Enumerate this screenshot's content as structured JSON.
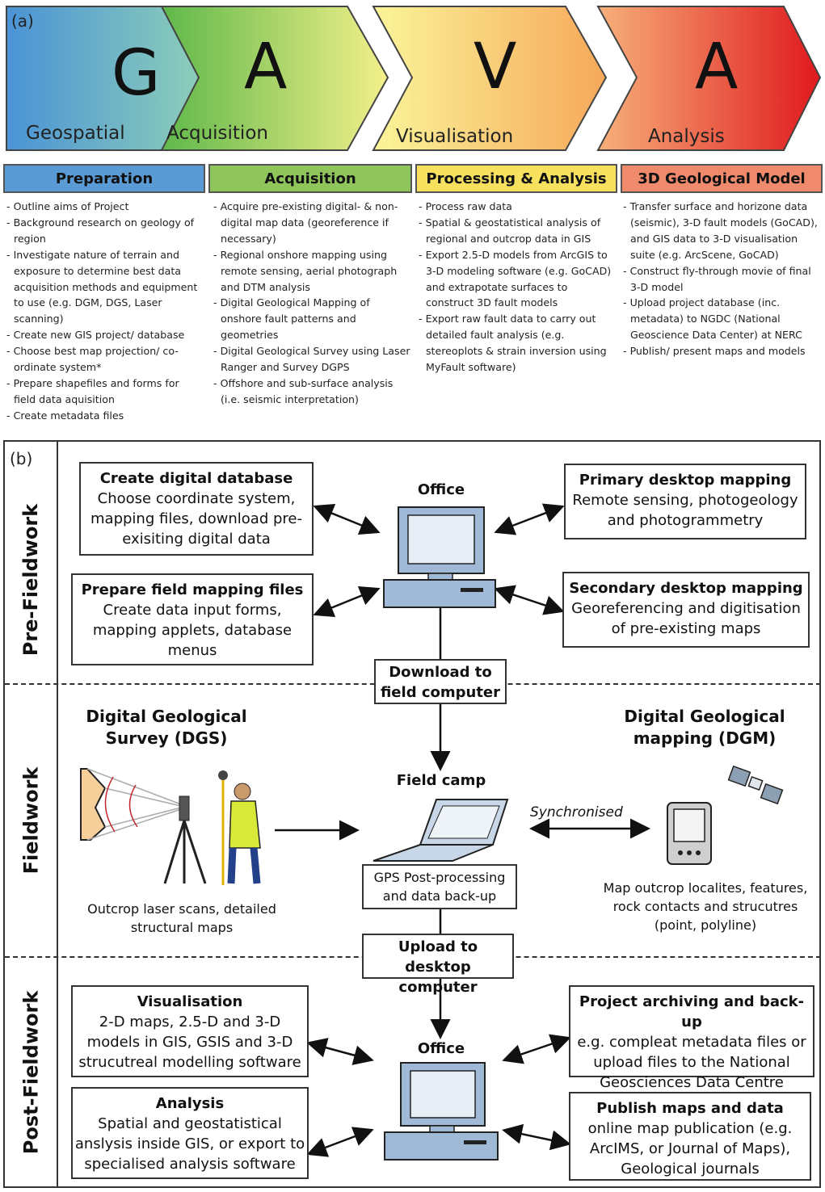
{
  "panel_a": {
    "tag": "(a)",
    "chevrons": [
      {
        "letter": "G",
        "word": "Geospatial"
      },
      {
        "letter": "A",
        "word": "Acquisition"
      },
      {
        "letter": "V",
        "word": "Visualisation"
      },
      {
        "letter": "A",
        "word": "Analysis"
      }
    ],
    "phases": [
      {
        "title": "Preparation",
        "color": "#5b9bd5",
        "items": [
          "Outline aims of Project",
          "Background research on geology of region",
          "Investigate nature of terrain and exposure to determine best data acquisition methods and equipment to use (e.g. DGM, DGS, Laser scanning)",
          "Create new GIS project/ database",
          "Choose best map projection/ co-ordinate system*",
          "Prepare shapefiles and forms for field data aquisition",
          "Create metadata files"
        ]
      },
      {
        "title": "Acquisition",
        "color": "#8fc55a",
        "items": [
          "Acquire pre-existing digital- & non-digital map data (georeference if necessary)",
          "Regional onshore mapping using remote sensing, aerial photograph and DTM analysis",
          "Digital Geological Mapping of onshore fault patterns and geometries",
          "Digital Geological Survey using Laser Ranger and Survey DGPS",
          "Offshore and sub-surface analysis (i.e. seismic interpretation)"
        ]
      },
      {
        "title": "Processing & Analysis",
        "color": "#f7e15f",
        "items": [
          "Process raw data",
          "Spatial & geostatistical analysis of regional and outcrop data in GIS",
          "Export 2.5-D models from ArcGIS to 3-D modeling software (e.g. GoCAD) and extrapotate surfaces to construct 3D fault models",
          "Export raw fault data to carry out detailed fault analysis (e.g. stereoplots & strain inversion using MyFault software)"
        ]
      },
      {
        "title": "3D Geological Model",
        "color": "#f08a6c",
        "items": [
          "Transfer surface and horizone data (seismic), 3-D fault models (GoCAD), and GIS data to 3-D visualisation suite (e.g. ArcScene, GoCAD)",
          "Construct fly-through movie of final 3-D model",
          "Upload project database (inc. metadata) to NGDC (National Geoscience Data Center) at NERC",
          "Publish/ present maps and models"
        ]
      }
    ]
  },
  "panel_b": {
    "tag": "(b)",
    "stages": [
      "Pre-Fieldwork",
      "Fieldwork",
      "Post-Fieldwork"
    ],
    "office_top": "Office",
    "office_bottom": "Office",
    "field_camp": "Field camp",
    "synchronised": "Synchronised",
    "boxes": {
      "create_db": {
        "title": "Create digital database",
        "body": "Choose coordinate system, mapping files, download pre-exisiting digital data"
      },
      "prepare_files": {
        "title": "Prepare field mapping files",
        "body": "Create data input forms, mapping applets, database menus"
      },
      "primary": {
        "title": "Primary desktop mapping",
        "body": "Remote sensing, photogeology and photogrammetry"
      },
      "secondary": {
        "title": "Secondary desktop mapping",
        "body": "Georeferencing and digitisation of pre-existing maps"
      },
      "download": {
        "title": "Download to field computer"
      },
      "gps": {
        "body": "GPS Post-processing and data back-up"
      },
      "upload": {
        "title": "Upload to desktop computer"
      },
      "visualisation": {
        "title": "Visualisation",
        "body": "2-D maps, 2.5-D and 3-D models in GIS, GSIS and 3-D strucutreal modelling software"
      },
      "analysis": {
        "title": "Analysis",
        "body": "Spatial and geostatistical anslysis inside GIS, or export to specialised analysis software"
      },
      "archiving": {
        "title": "Project archiving and back-up",
        "body": "e.g. compleat metadata files or upload files to the National Geosciences Data Centre (NGDC)"
      },
      "publish": {
        "title": "Publish maps and data",
        "body": "online map publication (e.g. ArcIMS, or Journal of Maps), Geological journals"
      }
    },
    "dgs_label": "Digital Geological Survey (DGS)",
    "dgm_label": "Digital Geological mapping (DGM)",
    "dgs_caption": "Outcrop laser scans, detailed structural maps",
    "dgm_caption": "Map outcrop localites, features, rock contacts and strucutres (point, polyline)"
  }
}
